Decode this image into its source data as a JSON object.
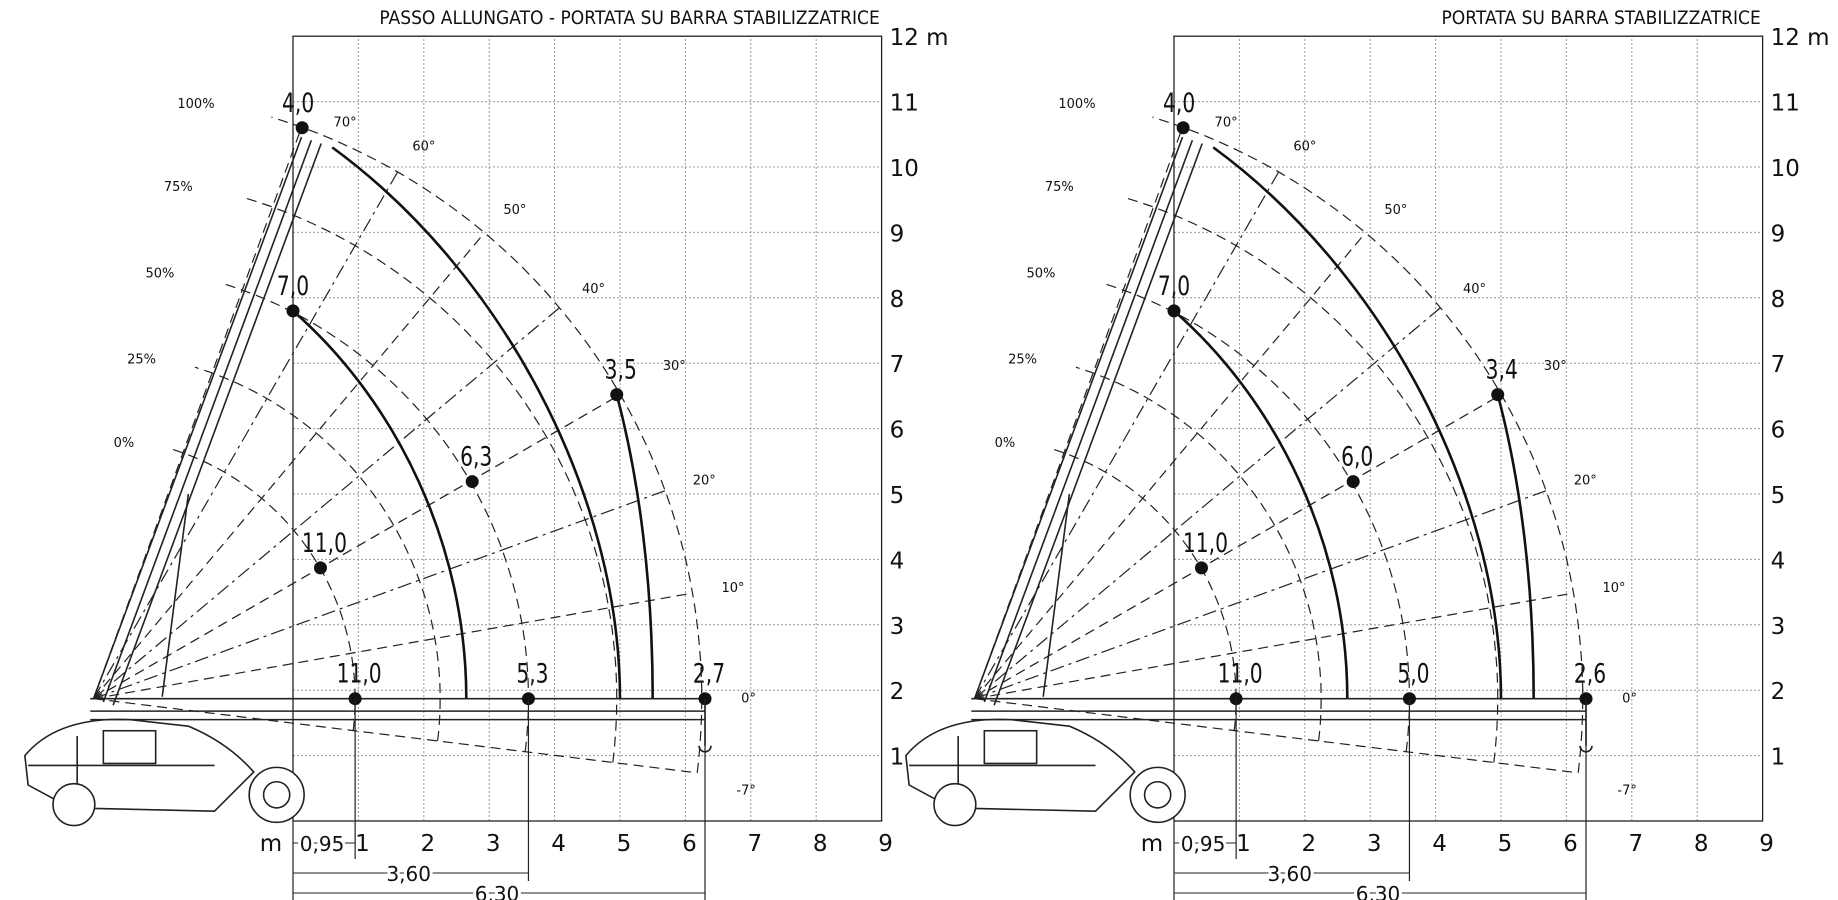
{
  "chart_data": [
    {
      "type": "load-chart",
      "title": "PASSO ALLUNGATO - PORTATA SU BARRA STABILIZZATRICE",
      "x_unit_label": "m",
      "y_unit_label": "12 m",
      "xlim": [
        0,
        9
      ],
      "ylim": [
        0,
        12
      ],
      "x_ticks": [
        "1",
        "2",
        "3",
        "4",
        "5",
        "6",
        "7",
        "8",
        "9"
      ],
      "y_ticks": [
        "1",
        "2",
        "3",
        "4",
        "5",
        "6",
        "7",
        "8",
        "9",
        "10",
        "11"
      ],
      "extension_labels": [
        "0%",
        "25%",
        "50%",
        "75%",
        "100%"
      ],
      "angle_labels": [
        "70°",
        "60°",
        "50°",
        "40°",
        "30°",
        "20°",
        "10°",
        "0°",
        "-7°"
      ],
      "loads": [
        {
          "label": "4,0",
          "x": 0.14,
          "y": 10.6
        },
        {
          "label": "7,0",
          "x": 0.0,
          "y": 7.8
        },
        {
          "label": "11,0",
          "x": 0.42,
          "y": 3.87
        },
        {
          "label": "6,3",
          "x": 2.74,
          "y": 5.19
        },
        {
          "label": "3,5",
          "x": 4.95,
          "y": 6.52
        },
        {
          "label": "11,0",
          "x": 0.95,
          "y": 1.87
        },
        {
          "label": "5,3",
          "x": 3.6,
          "y": 1.87
        },
        {
          "label": "2,7",
          "x": 6.3,
          "y": 1.87
        }
      ],
      "dimensions": [
        {
          "label": "0,95",
          "value": 0.95
        },
        {
          "label": "3,60",
          "value": 3.6
        },
        {
          "label": "6,30",
          "value": 6.3
        }
      ]
    },
    {
      "type": "load-chart",
      "title": "PORTATA SU BARRA STABILIZZATRICE",
      "x_unit_label": "m",
      "y_unit_label": "12 m",
      "xlim": [
        0,
        9
      ],
      "ylim": [
        0,
        12
      ],
      "x_ticks": [
        "1",
        "2",
        "3",
        "4",
        "5",
        "6",
        "7",
        "8",
        "9"
      ],
      "y_ticks": [
        "1",
        "2",
        "3",
        "4",
        "5",
        "6",
        "7",
        "8",
        "9",
        "10",
        "11"
      ],
      "extension_labels": [
        "0%",
        "25%",
        "50%",
        "75%",
        "100%"
      ],
      "angle_labels": [
        "70°",
        "60°",
        "50°",
        "40°",
        "30°",
        "20°",
        "10°",
        "0°",
        "-7°"
      ],
      "loads": [
        {
          "label": "4,0",
          "x": 0.14,
          "y": 10.6
        },
        {
          "label": "7,0",
          "x": 0.0,
          "y": 7.8
        },
        {
          "label": "11,0",
          "x": 0.42,
          "y": 3.87
        },
        {
          "label": "6,0",
          "x": 2.74,
          "y": 5.19
        },
        {
          "label": "3,4",
          "x": 4.95,
          "y": 6.52
        },
        {
          "label": "11,0",
          "x": 0.95,
          "y": 1.87
        },
        {
          "label": "5,0",
          "x": 3.6,
          "y": 1.87
        },
        {
          "label": "2,6",
          "x": 6.3,
          "y": 1.87
        }
      ],
      "dimensions": [
        {
          "label": "0,95",
          "value": 0.95
        },
        {
          "label": "3,60",
          "value": 3.6
        },
        {
          "label": "6,30",
          "value": 6.3
        }
      ]
    }
  ]
}
